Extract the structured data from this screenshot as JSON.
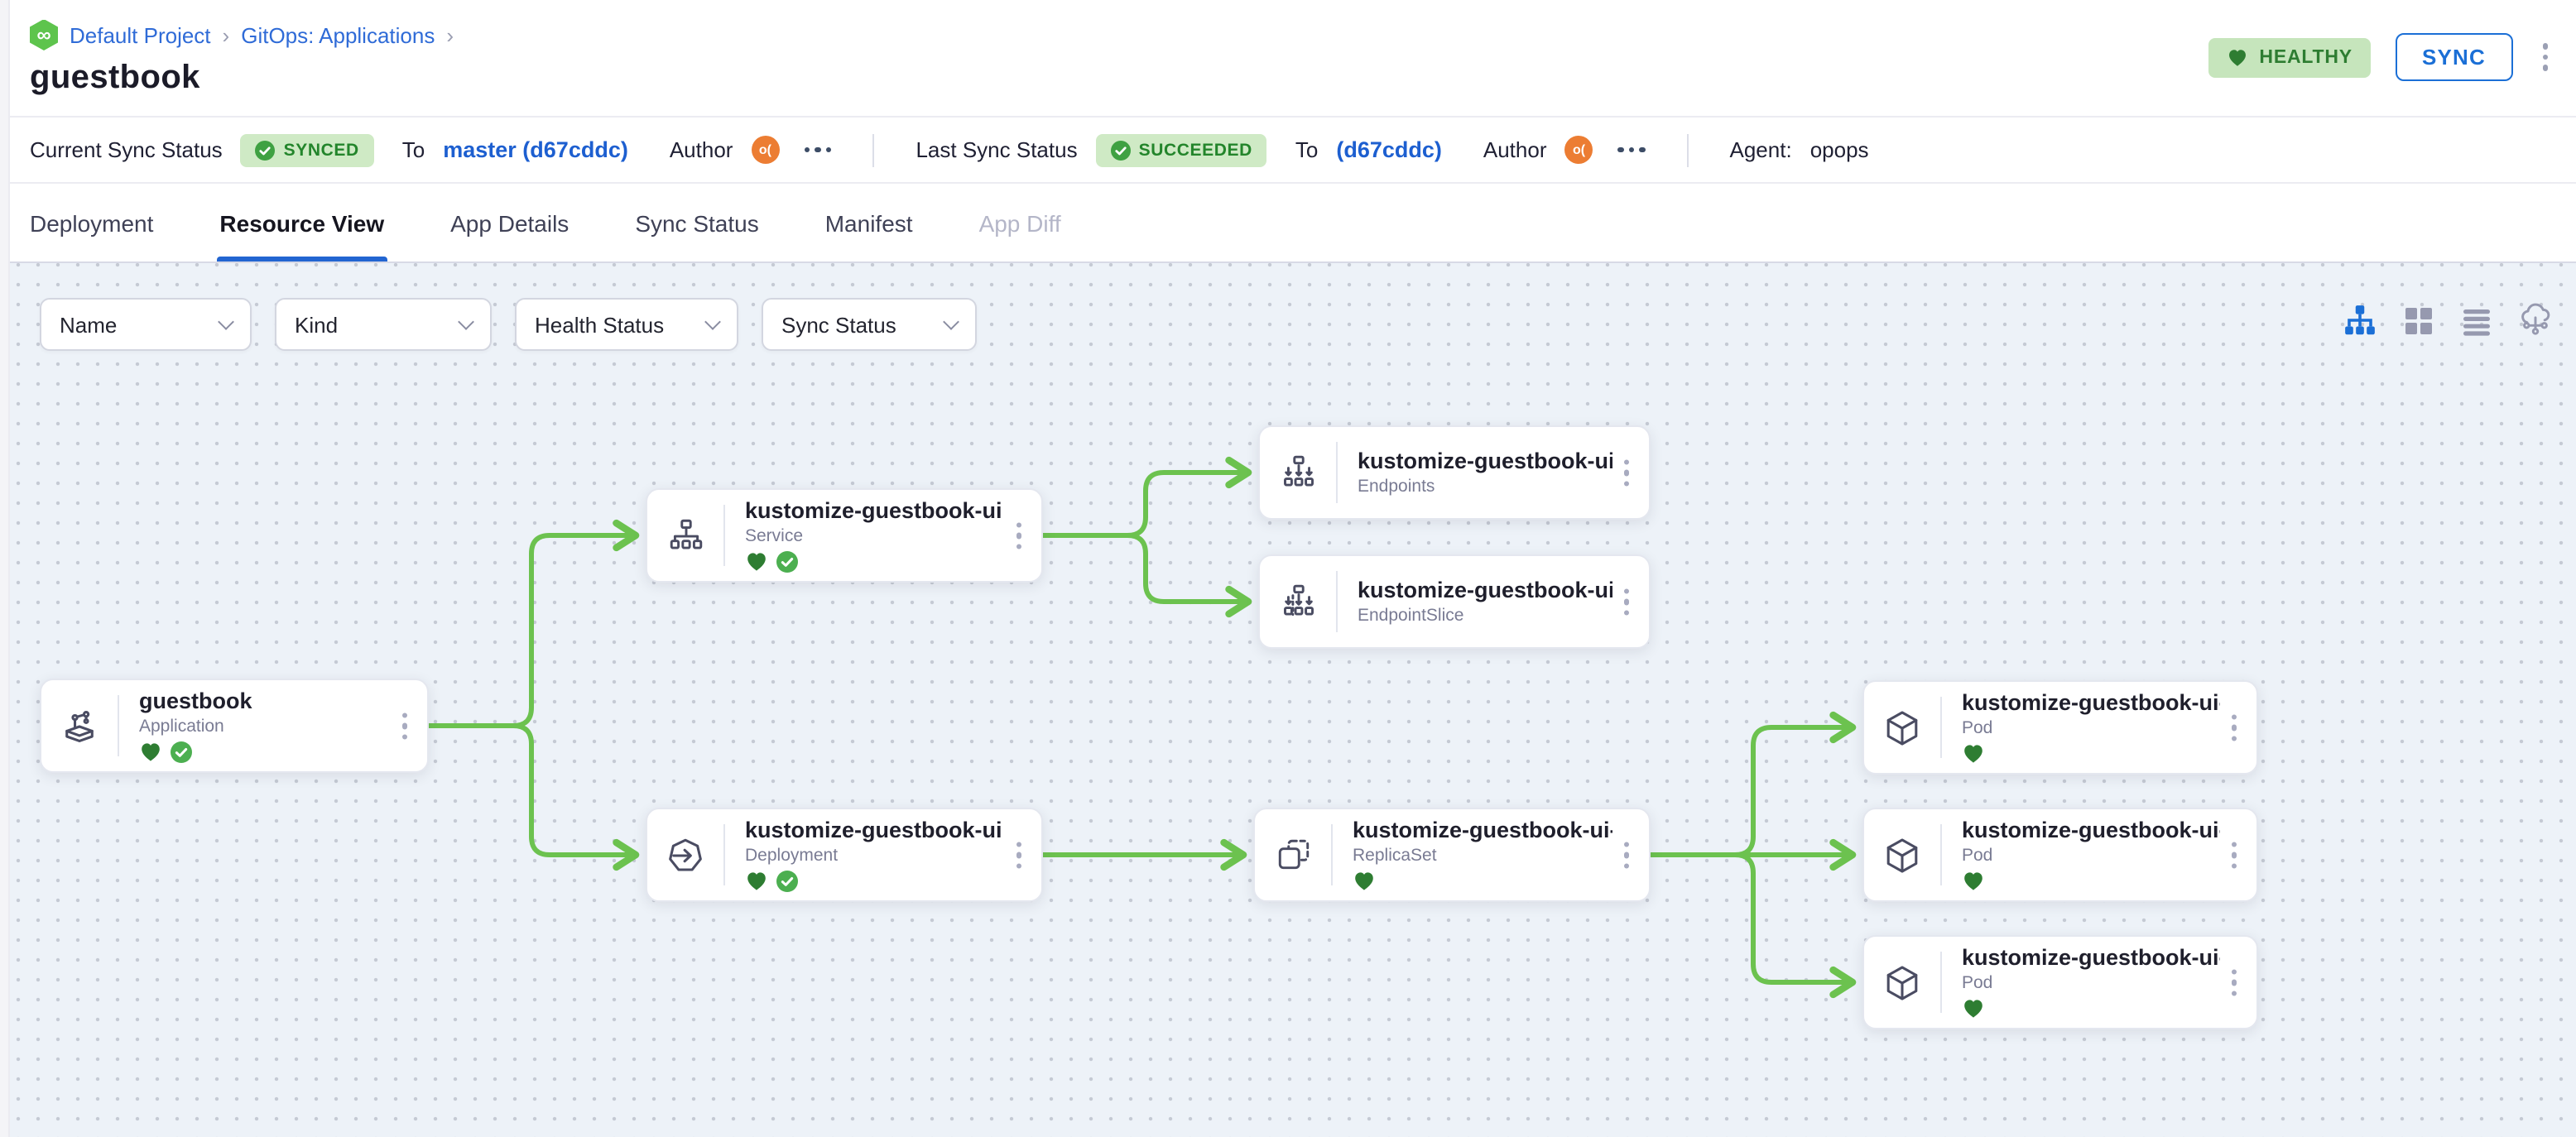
{
  "breadcrumb": {
    "project": "Default Project",
    "section": "GitOps: Applications"
  },
  "page": {
    "title": "guestbook"
  },
  "header": {
    "health_badge": "HEALTHY",
    "sync_button": "SYNC"
  },
  "status_bar": {
    "current": {
      "label": "Current Sync Status",
      "badge": "SYNCED",
      "to_label": "To",
      "revision": "master (d67cddc)",
      "author_label": "Author",
      "avatar": "o("
    },
    "last": {
      "label": "Last Sync Status",
      "badge": "SUCCEEDED",
      "to_label": "To",
      "revision": "(d67cddc)",
      "author_label": "Author",
      "avatar": "o("
    },
    "agent": {
      "label": "Agent:",
      "value": "opops"
    }
  },
  "tabs": [
    {
      "label": "Deployment",
      "state": "normal"
    },
    {
      "label": "Resource View",
      "state": "active"
    },
    {
      "label": "App Details",
      "state": "normal"
    },
    {
      "label": "Sync Status",
      "state": "normal"
    },
    {
      "label": "Manifest",
      "state": "normal"
    },
    {
      "label": "App Diff",
      "state": "disabled"
    }
  ],
  "filters": [
    {
      "label": "Name",
      "width": 128
    },
    {
      "label": "Kind",
      "width": 131
    },
    {
      "label": "Health Status",
      "width": 135
    },
    {
      "label": "Sync Status",
      "width": 130
    }
  ],
  "view_modes": [
    {
      "icon": "tree-view-icon",
      "active": true
    },
    {
      "icon": "grid-view-icon",
      "active": false
    },
    {
      "icon": "list-view-icon",
      "active": false
    },
    {
      "icon": "network-view-icon",
      "active": false
    }
  ],
  "colors": {
    "accent_blue": "#1b6fd6",
    "edge_green": "#6cc24f",
    "healthy_heart_green": "#2e7d32",
    "synced_check_green": "#4caf50",
    "badge_bg_green": "#cfeac5",
    "badge_text_green": "#23852b",
    "avatar_orange": "#ec7d33"
  },
  "graph": {
    "nodes": [
      {
        "id": "guestbook",
        "title": "guestbook",
        "kind": "Application",
        "icon": "application-icon",
        "healthy": true,
        "synced": true
      },
      {
        "id": "service",
        "title": "kustomize-guestbook-ui",
        "kind": "Service",
        "icon": "service-icon",
        "healthy": true,
        "synced": true
      },
      {
        "id": "endpoints",
        "title": "kustomize-guestbook-ui",
        "kind": "Endpoints",
        "icon": "endpoints-icon",
        "healthy": false,
        "synced": false
      },
      {
        "id": "endpointslice",
        "title": "kustomize-guestbook-ui-...",
        "kind": "EndpointSlice",
        "icon": "endpointslice-icon",
        "healthy": false,
        "synced": false
      },
      {
        "id": "deployment",
        "title": "kustomize-guestbook-ui",
        "kind": "Deployment",
        "icon": "deployment-icon",
        "healthy": true,
        "synced": true
      },
      {
        "id": "replicaset",
        "title": "kustomize-guestbook-ui-...",
        "kind": "ReplicaSet",
        "icon": "replicaset-icon",
        "healthy": true,
        "synced": false
      },
      {
        "id": "pod1",
        "title": "kustomize-guestbook-ui-...",
        "kind": "Pod",
        "icon": "pod-icon",
        "healthy": true,
        "synced": false
      },
      {
        "id": "pod2",
        "title": "kustomize-guestbook-ui-...",
        "kind": "Pod",
        "icon": "pod-icon",
        "healthy": true,
        "synced": false
      },
      {
        "id": "pod3",
        "title": "kustomize-guestbook-ui-...",
        "kind": "Pod",
        "icon": "pod-icon",
        "healthy": true,
        "synced": false
      }
    ],
    "edges": [
      [
        "guestbook",
        "service"
      ],
      [
        "guestbook",
        "deployment"
      ],
      [
        "service",
        "endpoints"
      ],
      [
        "service",
        "endpointslice"
      ],
      [
        "deployment",
        "replicaset"
      ],
      [
        "replicaset",
        "pod1"
      ],
      [
        "replicaset",
        "pod2"
      ],
      [
        "replicaset",
        "pod3"
      ]
    ]
  }
}
